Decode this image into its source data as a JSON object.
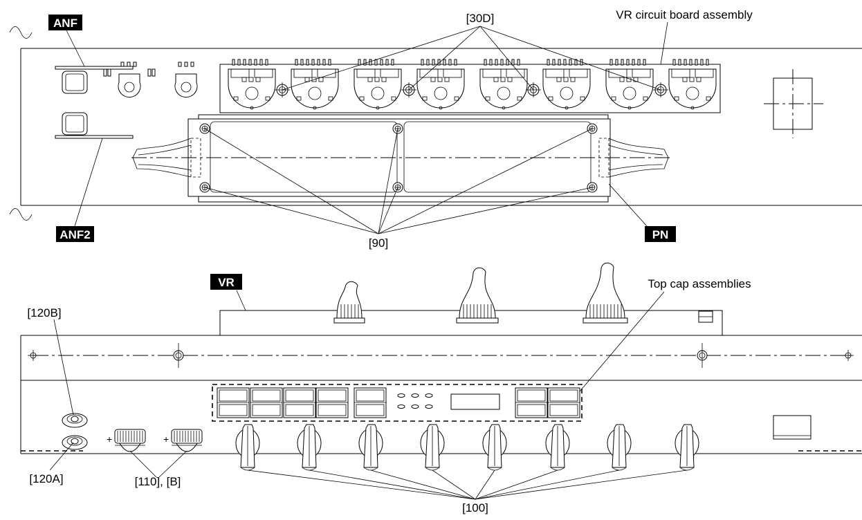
{
  "labels": {
    "anf": "ANF",
    "anf2": "ANF2",
    "pn": "PN",
    "vr": "VR",
    "screws_30d": "[30D]",
    "vr_board": "VR circuit board assembly",
    "screws_90": "[90]",
    "top_caps": "Top cap assemblies",
    "jack_120b": "[120B]",
    "jack_120a": "[120A]",
    "knobs_110": "[110], [B]",
    "knobs_100": "[100]"
  }
}
